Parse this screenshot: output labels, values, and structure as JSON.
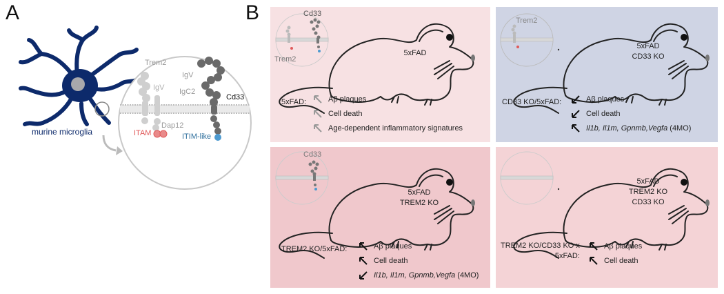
{
  "panel_a": {
    "letter": "A",
    "microglia_label": "murine microglia",
    "trem2_label": "Trem2",
    "igv_left": "IgV",
    "igv_right": "IgV",
    "igc2": "IgC2",
    "cd33_label": "Cd33",
    "dap12": "Dap12",
    "itam": "ITAM",
    "itim": "ITIM-like",
    "colors": {
      "microglia": "#0d2a6b",
      "itam": "#e05a5a",
      "itim": "#4d9ad0"
    }
  },
  "panel_b": {
    "letter": "B",
    "q1": {
      "mouse_label": "5xFAD",
      "inset_cd33": "Cd33",
      "inset_trem2": "Trem2",
      "condition": "5xFAD:",
      "items": [
        "Aβ plaques",
        "Cell death",
        "Age-dependent inflammatory signatures"
      ],
      "color": "#f7e1e3"
    },
    "q2": {
      "mouse_line1": "5xFAD",
      "mouse_line2": "CD33 KO",
      "inset_trem2": "Trem2",
      "condition": "CD33 KO/5xFAD:",
      "items": [
        "Aβ plaques",
        "Cell death"
      ],
      "genes": "Il1b, Il1m, Gpnmb,Vegfa",
      "genes_suffix": " (4MO)",
      "color": "#cfd4e4"
    },
    "q3": {
      "mouse_line1": "5xFAD",
      "mouse_line2": "TREM2 KO",
      "inset_cd33": "Cd33",
      "condition": "TREM2 KO/5xFAD:",
      "items": [
        "Aβ plaques",
        "Cell death"
      ],
      "genes": "Il1b, Il1m, Gpnmb,Vegfa",
      "genes_suffix": " (4MO)",
      "color": "#f0c8cc"
    },
    "q4": {
      "mouse_line1": "5xFAD",
      "mouse_line2": "TREM2 KO",
      "mouse_line3": "CD33 KO",
      "condition_line1": "TREM2 KO/CD33 KO x",
      "condition_line2": "5xFAD:",
      "items": [
        "Aβ plaques",
        "Cell death"
      ],
      "color": "#f4d3d6"
    }
  }
}
